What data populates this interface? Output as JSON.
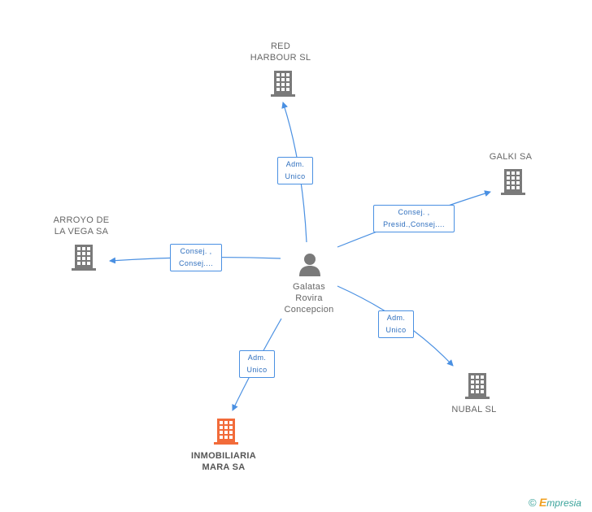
{
  "colors": {
    "edge": "#4a90e2",
    "company_icon": "#7a7a7a",
    "main_company_icon": "#f26b3a",
    "person_icon": "#7a7a7a"
  },
  "person": {
    "name_lines": [
      "Galatas",
      "Rovira",
      "Concepcion"
    ],
    "icon": "person-icon"
  },
  "companies": [
    {
      "id": "red-harbour",
      "name_lines": [
        "RED",
        "HARBOUR SL"
      ],
      "icon": "building-icon",
      "main": false
    },
    {
      "id": "galki",
      "name_lines": [
        "GALKI SA"
      ],
      "icon": "building-icon",
      "main": false
    },
    {
      "id": "arroyo",
      "name_lines": [
        "ARROYO DE",
        "LA VEGA SA"
      ],
      "icon": "building-icon",
      "main": false
    },
    {
      "id": "nubal",
      "name_lines": [
        "NUBAL SL"
      ],
      "icon": "building-icon",
      "main": false
    },
    {
      "id": "inmobiliaria",
      "name_lines": [
        "INMOBILIARIA",
        "MARA SA"
      ],
      "icon": "building-icon",
      "main": true
    }
  ],
  "relations": [
    {
      "to": "red-harbour",
      "label_lines": [
        "Adm.",
        "Unico"
      ]
    },
    {
      "to": "galki",
      "label_lines": [
        "Consej. ,",
        "Presid.,Consej...."
      ]
    },
    {
      "to": "arroyo",
      "label_lines": [
        "Consej. ,",
        "Consej...."
      ]
    },
    {
      "to": "nubal",
      "label_lines": [
        "Adm.",
        "Unico"
      ]
    },
    {
      "to": "inmobiliaria",
      "label_lines": [
        "Adm.",
        "Unico"
      ]
    }
  ],
  "footer": {
    "copyright": "©",
    "brand_initial": "E",
    "brand_rest": "mpresia"
  }
}
